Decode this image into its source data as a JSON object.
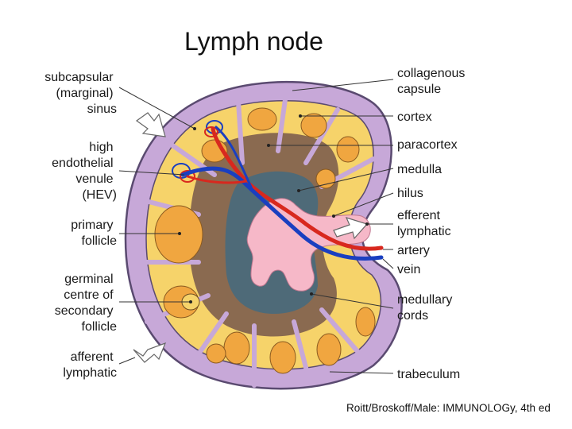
{
  "title": "Lymph node",
  "credit": "Roitt/Broskoff/Male: IMMUNOLOGy, 4th ed",
  "labels_left": {
    "subcapsular": [
      "subcapsular",
      "(marginal)",
      "sinus"
    ],
    "hev": [
      "high",
      "endothelial",
      "venule",
      "(HEV)"
    ],
    "primary_follicle": [
      "primary",
      "follicle"
    ],
    "germinal": [
      "germinal",
      "centre of",
      "secondary",
      "follicle"
    ],
    "afferent": [
      "afferent",
      "lymphatic"
    ]
  },
  "labels_right": {
    "capsule": [
      "collagenous",
      "capsule"
    ],
    "cortex": [
      "cortex"
    ],
    "paracortex": [
      "paracortex"
    ],
    "medulla": [
      "medulla"
    ],
    "hilus": [
      "hilus"
    ],
    "efferent": [
      "efferent",
      "lymphatic"
    ],
    "artery": [
      "artery"
    ],
    "vein": [
      "vein"
    ],
    "medullary_cords": [
      "medullary",
      "cords"
    ],
    "trabeculum": [
      "trabeculum"
    ]
  },
  "colors": {
    "capsule": "#c7a8d8",
    "capsule_edge": "#5a4a70",
    "cortex": "#f6d36a",
    "follicle": "#f0a640",
    "paracortex": "#8a6a50",
    "medulla": "#4e6a78",
    "sinus_pink": "#f6b8c8",
    "artery": "#d8281e",
    "vein": "#1a3fc0",
    "arrow": "#ffffff"
  }
}
